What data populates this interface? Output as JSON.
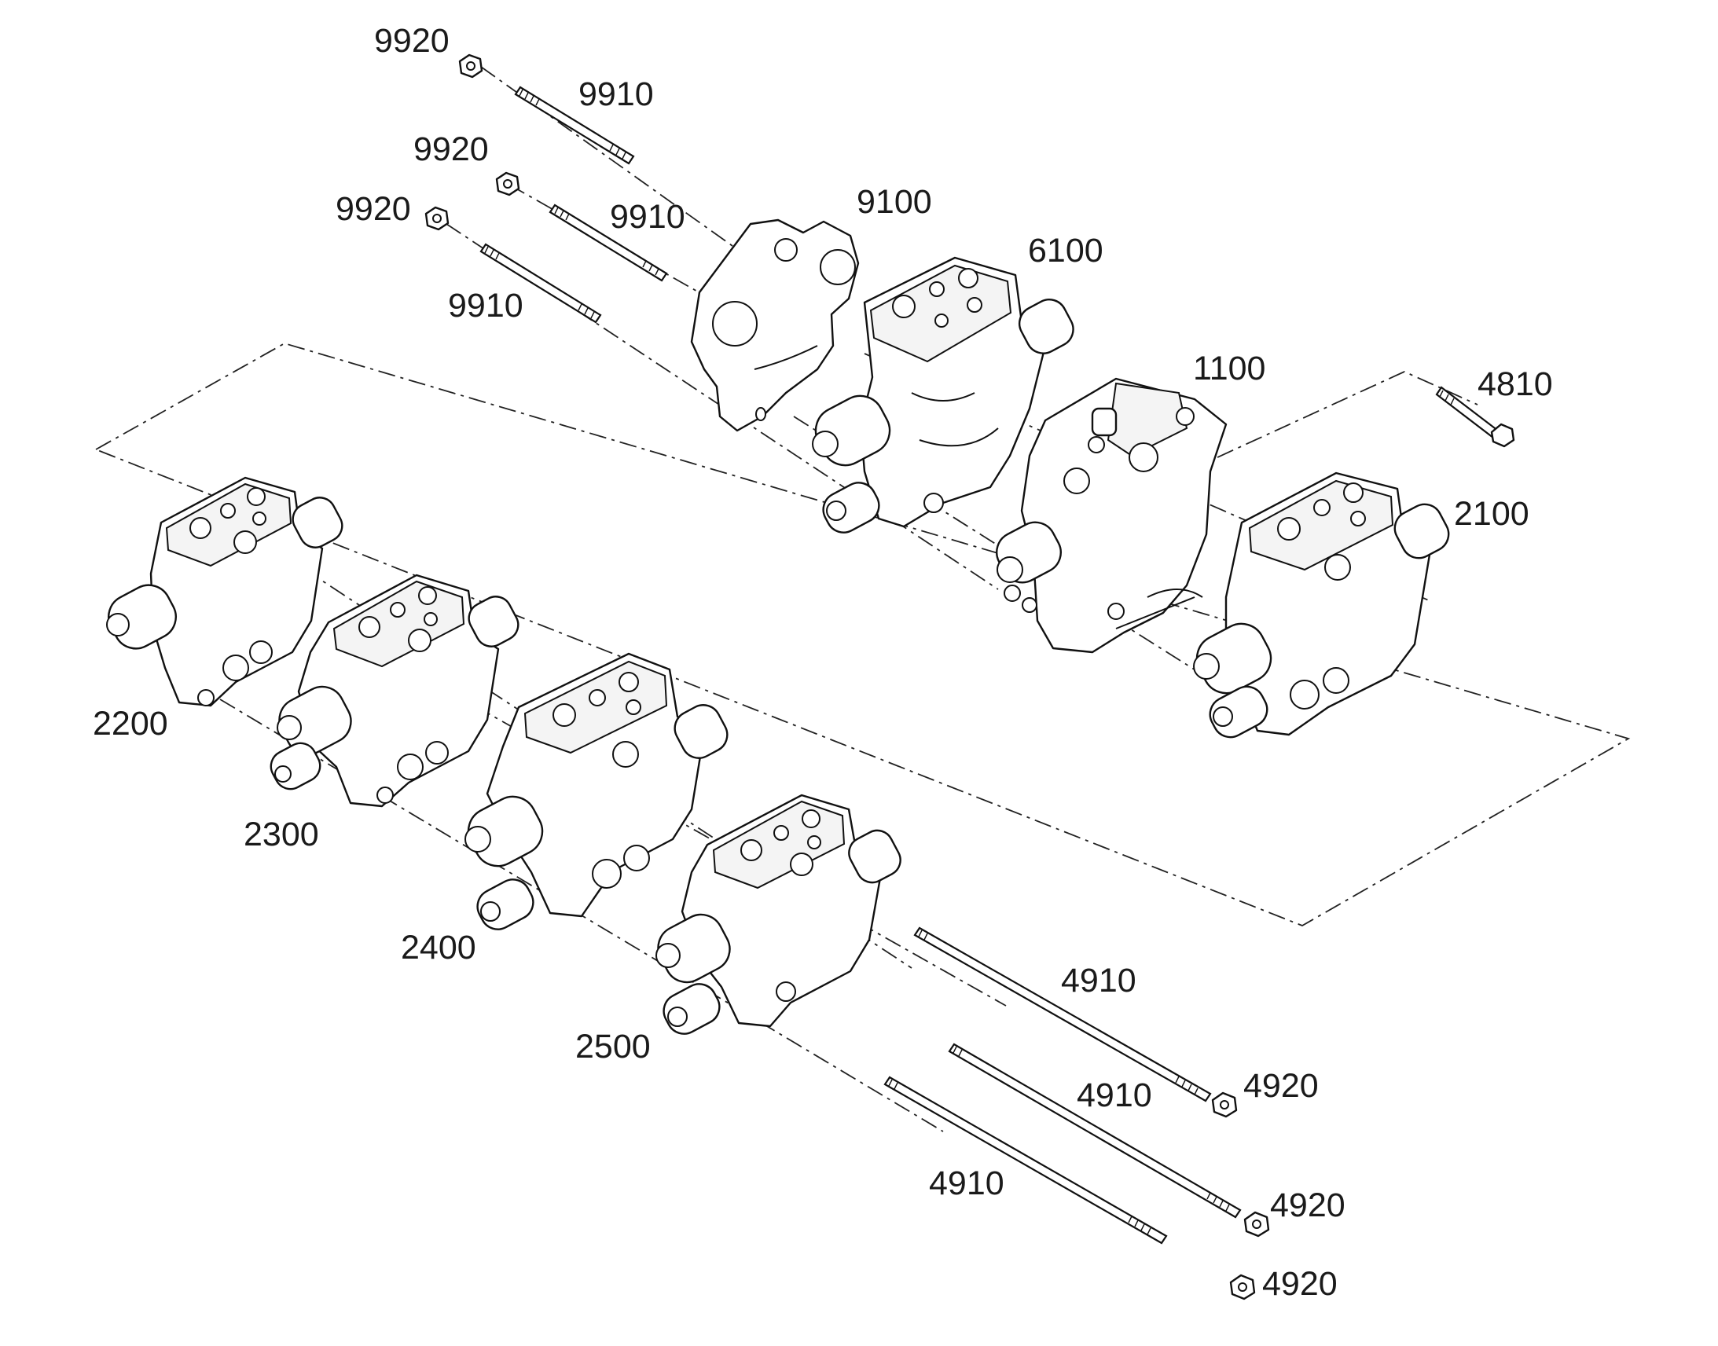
{
  "parts": [
    {
      "id": "p9920a",
      "label": "9920",
      "kind": "nut"
    },
    {
      "id": "p9910a",
      "label": "9910",
      "kind": "stud"
    },
    {
      "id": "p9920b",
      "label": "9920",
      "kind": "nut"
    },
    {
      "id": "p9920c",
      "label": "9920",
      "kind": "nut"
    },
    {
      "id": "p9910b",
      "label": "9910",
      "kind": "stud"
    },
    {
      "id": "p9910c",
      "label": "9910",
      "kind": "stud"
    },
    {
      "id": "p9100",
      "label": "9100",
      "kind": "end-cover"
    },
    {
      "id": "p6100",
      "label": "6100",
      "kind": "valve-section"
    },
    {
      "id": "p1100",
      "label": "1100",
      "kind": "inlet-section"
    },
    {
      "id": "p4810",
      "label": "4810",
      "kind": "bolt"
    },
    {
      "id": "p2100",
      "label": "2100",
      "kind": "valve-section"
    },
    {
      "id": "p2200",
      "label": "2200",
      "kind": "valve-section"
    },
    {
      "id": "p2300",
      "label": "2300",
      "kind": "valve-section"
    },
    {
      "id": "p2400",
      "label": "2400",
      "kind": "valve-section"
    },
    {
      "id": "p2500",
      "label": "2500",
      "kind": "valve-section"
    },
    {
      "id": "p4910a",
      "label": "4910",
      "kind": "tie-rod"
    },
    {
      "id": "p4920a",
      "label": "4920",
      "kind": "nut"
    },
    {
      "id": "p4910b",
      "label": "4910",
      "kind": "tie-rod"
    },
    {
      "id": "p4920b",
      "label": "4920",
      "kind": "nut"
    },
    {
      "id": "p4910c",
      "label": "4910",
      "kind": "tie-rod"
    },
    {
      "id": "p4920c",
      "label": "4920",
      "kind": "nut"
    }
  ]
}
